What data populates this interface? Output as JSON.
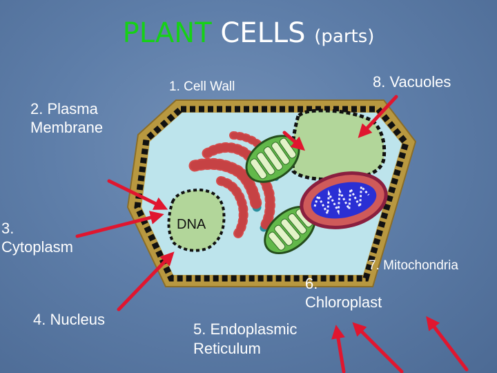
{
  "title": {
    "part1": "PLANT",
    "part2": "CELLS",
    "part3": "(parts)"
  },
  "labels": {
    "cell_wall": "1. Cell Wall",
    "vacuoles": "8. Vacuoles",
    "plasma_membrane": [
      "2. Plasma",
      "Membrane"
    ],
    "cytoplasm": [
      "3.",
      "Cytoplasm"
    ],
    "nucleus": "4. Nucleus",
    "dna": "DNA",
    "mitochondria": "7. Mitochondria",
    "chloroplast": [
      "6.",
      "Chloroplast"
    ],
    "endoplasmic_reticulum": [
      "5. Endoplasmic",
      "Reticulum"
    ]
  },
  "colors": {
    "title_accent": "#16d116",
    "arrow": "#e0162f",
    "cell_wall": "#b89840",
    "cytoplasm": "#bde4ec",
    "vacuole": "#b2d69a",
    "nucleus": "#b2d69a",
    "er": "#2a8f9e",
    "mitochondria": "#2a2fd4",
    "chloroplast": "#62b84a"
  }
}
